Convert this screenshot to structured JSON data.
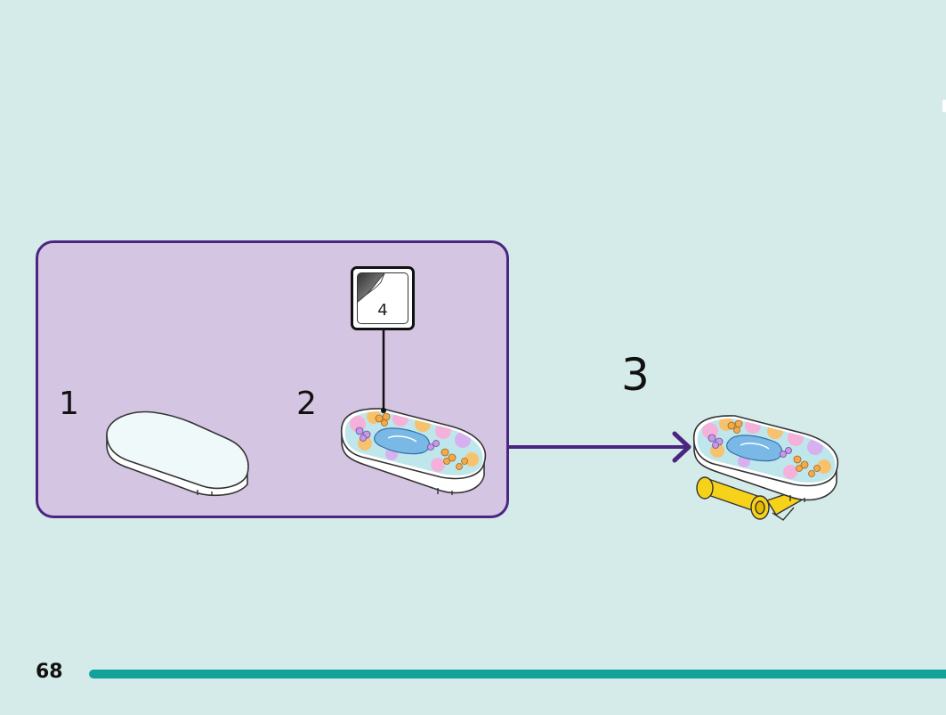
{
  "substeps": [
    {
      "number": "1"
    },
    {
      "number": "2",
      "sticker": {
        "number": "4"
      }
    }
  ],
  "main_step": {
    "number": "3"
  },
  "footer": {
    "page_number": "68"
  },
  "colors": {
    "background": "#d5ebe9",
    "substep_box_fill": "#d4c5e3",
    "substep_box_border": "#4b2580",
    "arrow": "#4b2580",
    "progress_bar": "#12a29a",
    "brick_yellow": "#f6d31a"
  }
}
